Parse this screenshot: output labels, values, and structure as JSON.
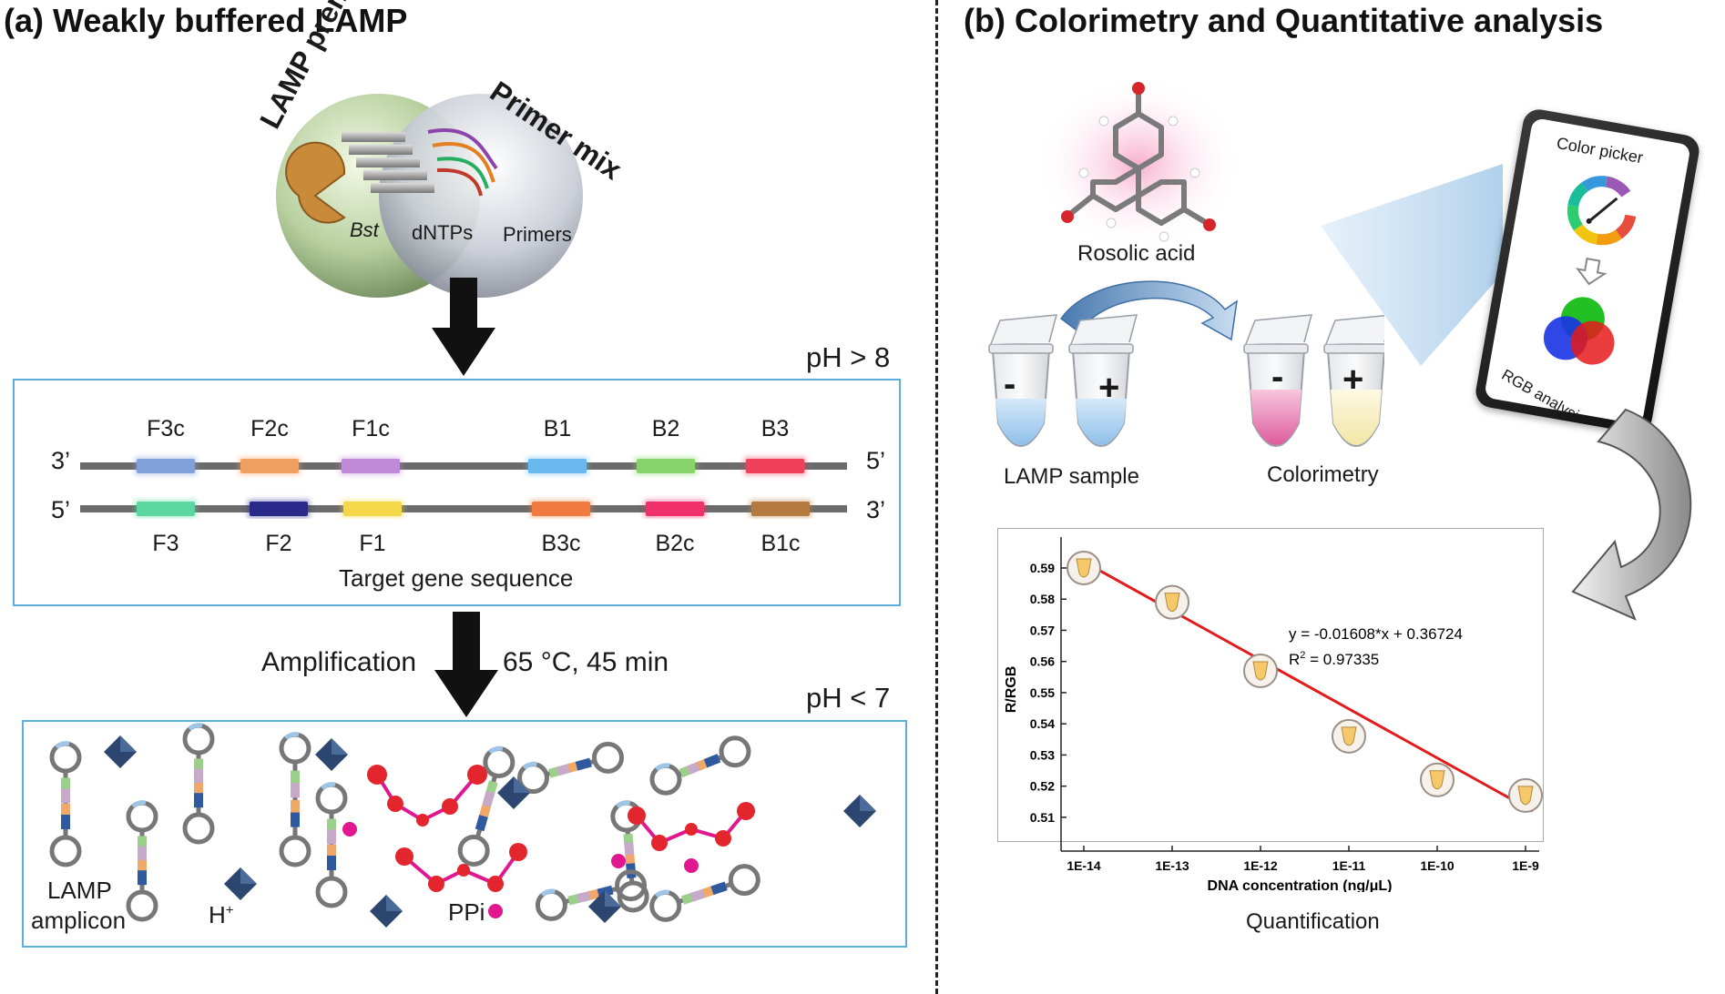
{
  "panel_a": {
    "title": "(a) Weakly buffered LAMP",
    "premix_label": "LAMP premix",
    "primer_mix_label": "Primer mix",
    "bst_label": "Bst",
    "dntps_label": "dNTPs",
    "primers_label": "Primers",
    "ph_high": "pH > 8",
    "strand_top_left": "3’",
    "strand_top_right": "5’",
    "strand_bottom_left": "5’",
    "strand_bottom_right": "3’",
    "top_segments": [
      "F3c",
      "F2c",
      "F1c",
      "B1",
      "B2",
      "B3"
    ],
    "bottom_segments": [
      "F3",
      "F2",
      "F1",
      "B3c",
      "B2c",
      "B1c"
    ],
    "target_label": "Target gene sequence",
    "amplification_label": "Amplification",
    "condition_label": "65 °C, 45 min",
    "ph_low": "pH < 7",
    "amplicon_label_1": "LAMP",
    "amplicon_label_2": "amplicon",
    "proton_label": "H",
    "proton_sup": "+",
    "ppi_label": "PPi"
  },
  "panel_b": {
    "title": "(b) Colorimetry and Quantitative analysis",
    "rosolic_label": "Rosolic acid",
    "lamp_sample_label": "LAMP sample",
    "colorimetry_label": "Colorimetry",
    "minus_sign": "-",
    "plus_sign": "+",
    "color_picker_label": "Color picker",
    "rgb_analysis_label": "RGB analysis",
    "quantification_label": "Quantification"
  },
  "colors": {
    "box_border": "#5aaee0",
    "strand": "#6b6b6b",
    "fit_line": "#e31b1b",
    "ppi_magenta": "#e0178f",
    "ppi_red": "#e3262e",
    "diamond": "#2d4670",
    "top_segment_colors": [
      "#7fa0d8",
      "#f0a060",
      "#c08ad8",
      "#6ab8f0",
      "#86d46a",
      "#f0405a"
    ],
    "bottom_segment_colors": [
      "#5ad8a0",
      "#2a2a8a",
      "#f4d84a",
      "#f07a40",
      "#f0306a",
      "#b47a40"
    ]
  },
  "chart_data": {
    "type": "scatter",
    "xlabel": "DNA concentration (ng/μL)",
    "ylabel": "R/RGB",
    "x_scale": "log",
    "x_tick_labels": [
      "1E-14",
      "1E-13",
      "1E-12",
      "1E-11",
      "1E-10",
      "1E-9"
    ],
    "x": [
      1e-14,
      1e-13,
      1e-12,
      1e-11,
      1e-10,
      1e-09
    ],
    "y": [
      0.59,
      0.579,
      0.557,
      0.536,
      0.522,
      0.517
    ],
    "y_ticks": [
      "0.51",
      "0.52",
      "0.53",
      "0.54",
      "0.55",
      "0.56",
      "0.57",
      "0.58",
      "0.59"
    ],
    "ylim": [
      0.505,
      0.597
    ],
    "fit": {
      "slope": -0.01608,
      "intercept": 0.36724
    },
    "equation": "y = -0.01608*x + 0.36724",
    "r2_prefix": "R",
    "r2_sup": "2",
    "r2_value": " = 0.97335",
    "grid": false
  }
}
